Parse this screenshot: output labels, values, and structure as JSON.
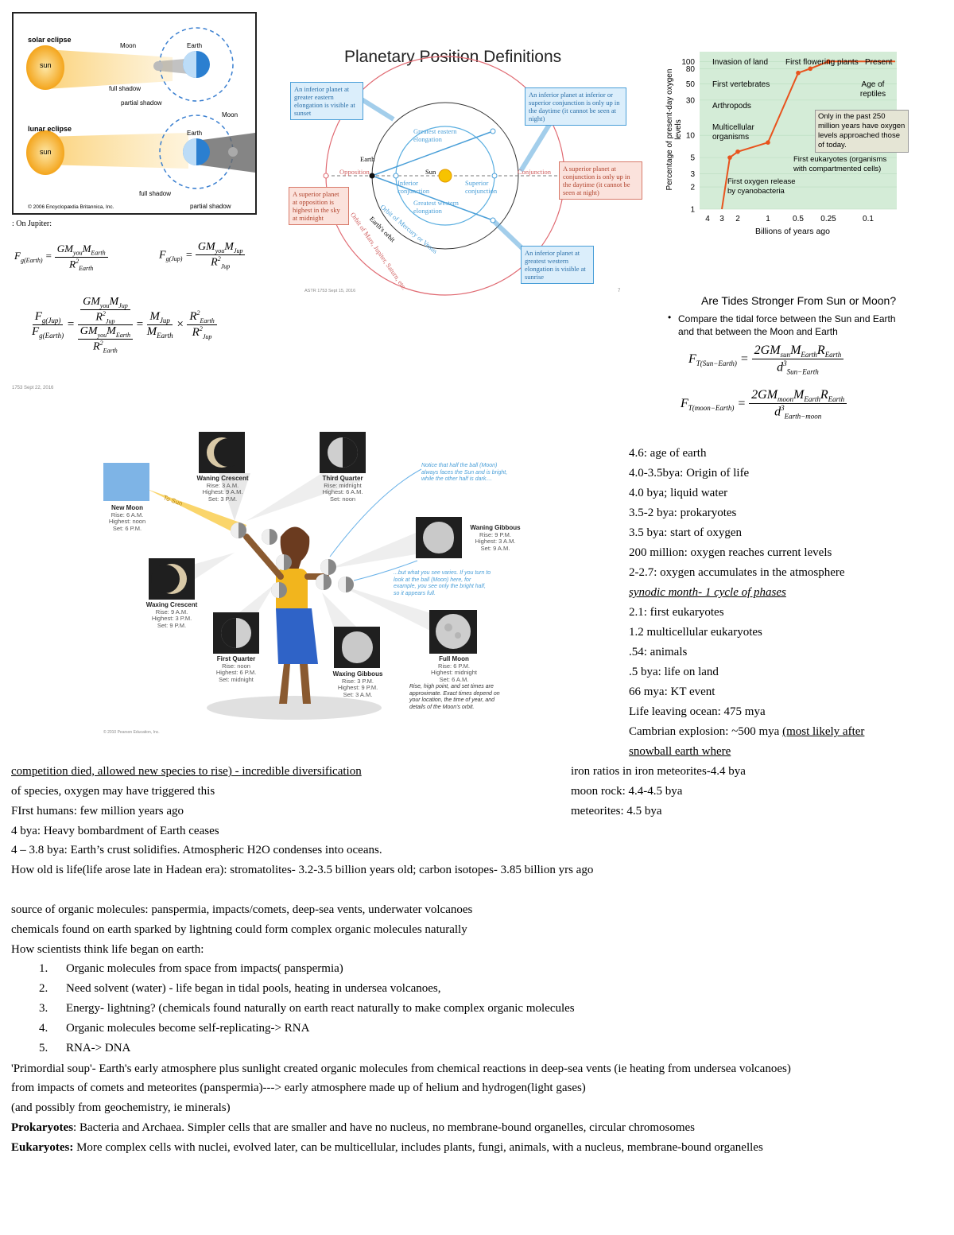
{
  "eclipse": {
    "solar_title": "solar eclipse",
    "lunar_title": "lunar eclipse",
    "sun": "sun",
    "moon": "Moon",
    "earth": "Earth",
    "full_shadow": "full shadow",
    "partial_shadow": "partial shadow",
    "copyright": "© 2006 Encyclopædia Britannica, Inc."
  },
  "jupiter": {
    "heading": ": On Jupiter:",
    "footer": "1753     Sept 22, 2016"
  },
  "planetary": {
    "title": "Planetary Position Definitions",
    "box_eastern": "An inferior planet at greater eastern elongation is visible at sunset",
    "box_inferior_conj": "An inferior planet at inferior or superior conjunction is only up in the daytime (it cannot be seen at night)",
    "box_superior_conj": "A superior planet at conjunction is only up in the daytime (it cannot be seen at night)",
    "box_opposition": "A superior planet at opposition is highest in the sky at midnight",
    "box_western": "An inferior planet at greatest western elongation is visible at sunrise",
    "greatest_eastern": "Greatest eastern elongation",
    "greatest_western": "Greatest western elongation",
    "inferior_conj": "Inferior conjunction",
    "superior_conj": "Superior conjunction",
    "opposition": "Opposition",
    "conjunction": "Conjunction",
    "earth": "Earth",
    "sun": "Sun",
    "orbit_mv": "Orbit of Mercury or Venus",
    "orbit_earth": "Earth's orbit",
    "orbit_outer": "Orbit of Mars, Jupiter, Saturn, etc.",
    "footer": "ASTR 1753      Sept 15, 2016",
    "page": "7"
  },
  "oxygen_chart": {
    "ylabel": "Percentage of present-day oxygen levels",
    "xlabel": "Billions of years ago",
    "ann_invasion": "Invasion of land",
    "ann_flowering": "First flowering plants",
    "ann_present": "Present",
    "ann_vertebrates": "First vertebrates",
    "ann_reptiles": "Age of reptiles",
    "ann_arthropods": "Arthropods",
    "ann_multicellular": "Multicellular organisms",
    "ann_250": "Only in the past 250 million years have oxygen levels approached those of today.",
    "ann_eukaryotes": "First eukaryotes (organisms with compartmented cells)",
    "ann_oxygen_release": "First oxygen release by cyanobacteria"
  },
  "chart_data": {
    "type": "line",
    "title": "",
    "xlabel": "Billions of years ago",
    "ylabel": "Percentage of present-day oxygen levels",
    "y_scale": "log",
    "x_ticks": [
      "4",
      "3",
      "2",
      "1",
      "0.5",
      "0.25",
      "0.1"
    ],
    "y_ticks": [
      "1",
      "2",
      "3",
      "5",
      "10",
      "30",
      "50",
      "80",
      "100"
    ],
    "series": [
      {
        "x": [
          3.0,
          2.5,
          2.0,
          1.0,
          0.5,
          0.4,
          0.25,
          0.0
        ],
        "y": [
          1,
          5,
          6,
          8,
          70,
          80,
          100,
          100
        ]
      }
    ]
  },
  "tides": {
    "title": "Are Tides Stronger From Sun or Moon?",
    "bullet": "Compare the tidal force between the Sun and Earth and that between the Moon and Earth"
  },
  "moon_phases": {
    "new_moon": {
      "name": "New Moon",
      "l1": "Rise: 6 A.M.",
      "l2": "Highest: noon",
      "l3": "Set: 6 P.M."
    },
    "waning_crescent": {
      "name": "Waning Crescent",
      "l1": "Rise: 3 A.M.",
      "l2": "Highest: 9 A.M.",
      "l3": "Set: 3 P.M."
    },
    "third_quarter": {
      "name": "Third Quarter",
      "l1": "Rise: midnight",
      "l2": "Highest: 6 A.M.",
      "l3": "Set: noon"
    },
    "waning_gibbous": {
      "name": "Waning Gibbous",
      "l1": "Rise: 9 P.M.",
      "l2": "Highest: 3 A.M.",
      "l3": "Set: 9 A.M."
    },
    "waxing_crescent": {
      "name": "Waxing Crescent",
      "l1": "Rise: 9 A.M.",
      "l2": "Highest: 3 P.M.",
      "l3": "Set: 9 P.M."
    },
    "first_quarter": {
      "name": "First Quarter",
      "l1": "Rise: noon",
      "l2": "Highest: 6 P.M.",
      "l3": "Set: midnight"
    },
    "waxing_gibbous": {
      "name": "Waxing Gibbous",
      "l1": "Rise: 3 P.M.",
      "l2": "Highest: 9 P.M.",
      "l3": "Set: 3 A.M."
    },
    "full_moon": {
      "name": "Full Moon",
      "l1": "Rise: 6 P.M.",
      "l2": "Highest: midnight",
      "l3": "Set: 6 A.M."
    },
    "to_sun": "To Sun",
    "note1": "Notice that half the ball (Moon) always faces the Sun and is bright, while the other half is dark....",
    "note2": "...but what you see varies. If you turn to look at the ball (Moon) here, for example, you see only the bright half, so it appears full.",
    "note3": "Rise, high point, and set times are approximate. Exact times depend on your location, the time of year, and details of the Moon's orbit.",
    "copyright": "© 2010 Pearson Education, Inc."
  },
  "timeline": [
    "4.6: age of earth",
    "4.0-3.5bya: Origin of life",
    "4.0 bya; liquid water",
    "3.5-2 bya: prokaryotes",
    "3.5 bya: start of oxygen",
    "200 million: oxygen reaches current levels",
    "2-2.7: oxygen accumulates in the atmosphere",
    "synodic month- 1 cycle of phases",
    "2.1: first eukaryotes",
    "1.2 multicellular eukaryotes",
    ".54: animals",
    ".5 bya: life on land",
    "66 mya: KT event",
    "Life leaving ocean: 475 mya"
  ],
  "cambrian": {
    "plain": "Cambrian explosion: ~500 mya ",
    "u1": "(most likely after",
    "u2": "snowball earth where"
  },
  "right_lines": [
    "iron ratios in iron meteorites-4.4 bya",
    "moon rock: 4.4-4.5 bya",
    "meteorites: 4.5 bya"
  ],
  "body": {
    "l1": "competition died, allowed new species to rise) - incredible diversification",
    "l2": "of species, oxygen may have triggered this",
    "l3": "FIrst humans: few million years ago",
    "l4": "4 bya: Heavy bombardment of Earth ceases",
    "l5": "4 – 3.8 bya: Earth’s crust solidifies. Atmospheric H2O condenses into oceans.",
    "l6": "How old is life(life arose late in Hadean era): stromatolites- 3.2-3.5 billion years old;  carbon isotopes- 3.85 billion yrs ago",
    "l7": "source of organic molecules: panspermia, impacts/comets, deep-sea vents, underwater volcanoes",
    "l8": "chemicals found on earth sparked by lightning could form complex organic molecules naturally",
    "l9": "How scientists think life began on earth:"
  },
  "steps": [
    {
      "n": "1.",
      "t": "Organic molecules from space from impacts( panspermia)"
    },
    {
      "n": "2.",
      "t": "Need solvent (water) - life began in tidal pools, heating in undersea volcanoes,"
    },
    {
      "n": "3.",
      "t": "Energy- lightning? (chemicals found naturally on earth react naturally to make complex organic molecules"
    },
    {
      "n": "4.",
      "t": "Organic molecules become self-replicating-> RNA"
    },
    {
      "n": "5.",
      "t": "RNA-> DNA"
    }
  ],
  "tail": {
    "l1": "'Primordial soup'- Earth's early atmosphere plus sunlight created organic molecules from chemical reactions in deep-sea vents (ie heating from undersea volcanoes)",
    "l2": "from impacts of comets and meteorites (panspermia)---> early atmosphere made up of helium and hydrogen(light gases)",
    "l3": "(and possibly from geochemistry, ie minerals)",
    "prok_label": "Prokaryotes",
    "prok_text": ": Bacteria and Archaea. Simpler cells that are smaller and have no nucleus, no membrane-bound organelles, circular chromosomes",
    "euk_label": "Eukaryotes:",
    "euk_text": " More complex cells with nuclei, evolved later, can be multicellular, includes plants, fungi, animals, with a nucleus, membrane-bound organelles"
  },
  "colors": {
    "sun_orange": "#f5a623",
    "earth_blue": "#2b7fd0",
    "chart_green": "#d4ecd7",
    "chart_line": "#e8531d",
    "diagram_blue": "#4a9fd8",
    "diagram_red": "#d87a6a"
  }
}
